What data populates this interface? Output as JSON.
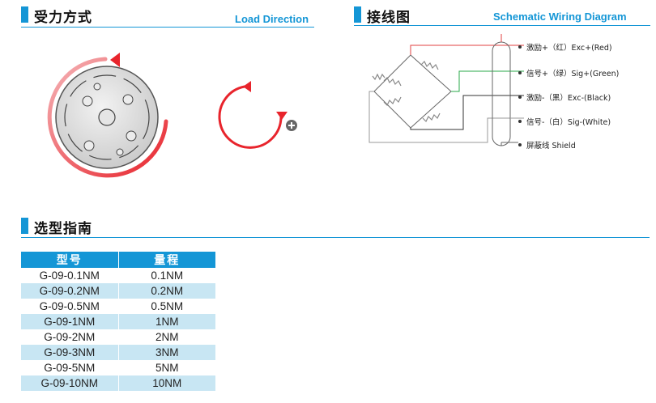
{
  "load_section": {
    "title": "受力方式",
    "subtitle": "Load Direction"
  },
  "wiring_section": {
    "title": "接线图",
    "subtitle": "Schematic Wiring Diagram",
    "wires": [
      {
        "label": "激励+（红）Exc+(Red)",
        "color": "#e04040"
      },
      {
        "label": "信号+（绿）Sig+(Green)",
        "color": "#2aa84a"
      },
      {
        "label": "激励-（黑）Exc-(Black)",
        "color": "#333333"
      },
      {
        "label": "信号-（白）Sig-(White)",
        "color": "#888888"
      },
      {
        "label": "屏蔽线  Shield",
        "color": "#888888"
      }
    ]
  },
  "selection_section": {
    "title": "选型指南",
    "columns": [
      "型号",
      "量程"
    ],
    "rows": [
      [
        "G-09-0.1NM",
        "0.1NM"
      ],
      [
        "G-09-0.2NM",
        "0.2NM"
      ],
      [
        "G-09-0.5NM",
        "0.5NM"
      ],
      [
        "G-09-1NM",
        "1NM"
      ],
      [
        "G-09-2NM",
        "2NM"
      ],
      [
        "G-09-3NM",
        "3NM"
      ],
      [
        "G-09-5NM",
        "5NM"
      ],
      [
        "G-09-10NM",
        "10NM"
      ]
    ]
  },
  "colors": {
    "accent": "#1496d6",
    "arrow_red": "#e8242c",
    "row_alt": "#c8e6f3"
  },
  "icons": [
    "torque-arrow-icon",
    "plus-circle-icon"
  ]
}
